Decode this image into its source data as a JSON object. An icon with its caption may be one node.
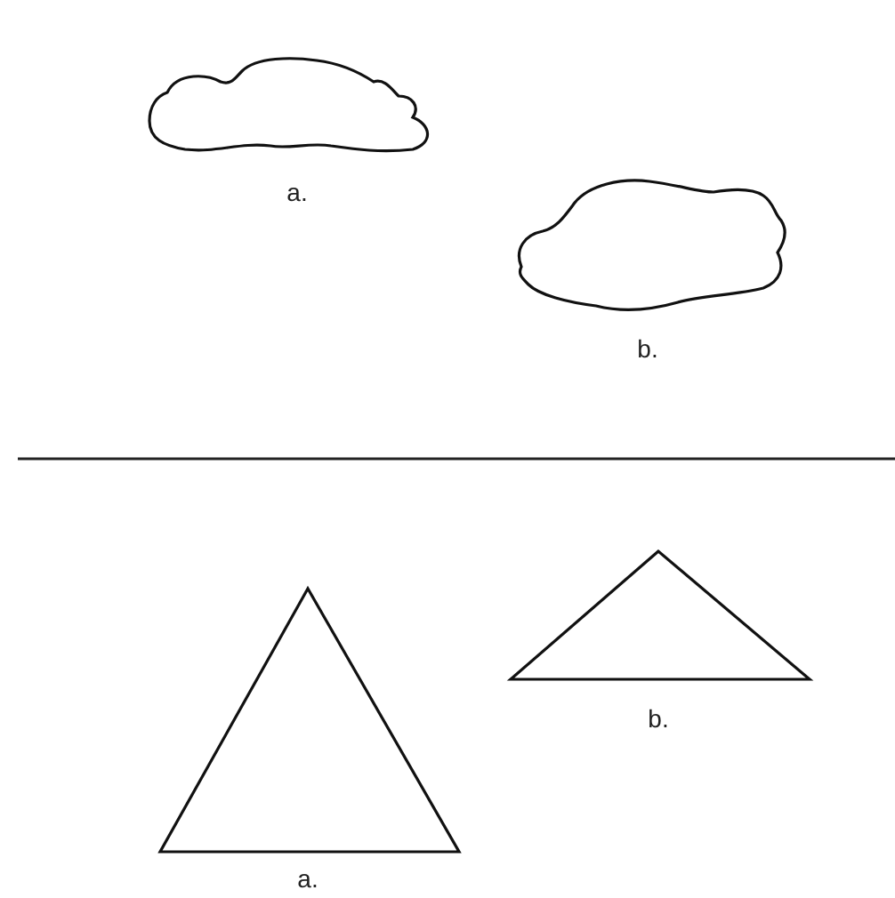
{
  "diagram": {
    "nodes": [
      {
        "text": [],
        "shape": "blob",
        "beside": [
          "a."
        ]
      },
      {
        "text": [],
        "shape": "blob",
        "beside": [
          "b."
        ]
      },
      {
        "text": [],
        "shape": "triangle",
        "beside": [
          "a."
        ]
      },
      {
        "text": [],
        "shape": "triangle",
        "beside": [
          "b."
        ]
      }
    ]
  }
}
